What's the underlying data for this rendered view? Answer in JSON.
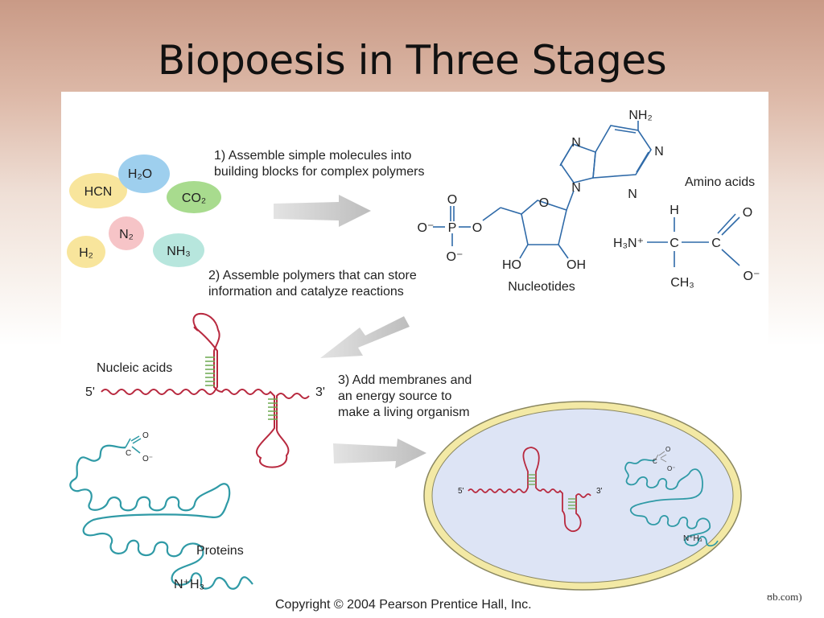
{
  "title": "Biopoesis in Three Stages",
  "stages": {
    "stage1": [
      "1) Assemble simple molecules into",
      "building blocks for complex polymers"
    ],
    "stage2": [
      "2) Assemble polymers that can store",
      "information and catalyze reactions"
    ],
    "stage3": [
      "3) Add membranes and",
      "an energy source to",
      "make a living organism"
    ]
  },
  "molecules": {
    "hcn": "HCN",
    "h2o": "H₂O",
    "co2": "CO₂",
    "n2": "N₂",
    "h2": "H₂",
    "nh3": "NH₃"
  },
  "labels": {
    "nucleotides": "Nucleotides",
    "amino_acids": "Amino acids",
    "nucleic_acids": "Nucleic acids",
    "proteins": "Proteins",
    "five_prime": "5'",
    "three_prime": "3'"
  },
  "nucleotide_atoms": {
    "nh2": "NH₂",
    "n": "N",
    "o": "O",
    "o_minus": "O⁻",
    "p": "P",
    "ho": "HO",
    "oh": "OH"
  },
  "amino_atoms": {
    "h": "H",
    "o": "O",
    "h3n_plus": "H₃N⁺",
    "c": "C",
    "ch3": "CH₃",
    "o_minus": "O⁻"
  },
  "protein_atoms": {
    "c": "C",
    "o": "O",
    "o_minus": "O⁻",
    "n_terminus": "N⁺H₃"
  },
  "colors": {
    "blob_blue": "#9ecfee",
    "blob_green": "#a8db8e",
    "blob_pink": "#f6c4c7",
    "blob_yellow": "#f8e59c",
    "blob_teal": "#b7e6dd",
    "nucleic": "#b8293f",
    "protein": "#2f9aa6",
    "structure": "#2f6aa8",
    "hairpin_bond": "#6aa84f",
    "cell_fill": "#dde4f5",
    "cell_membrane": "#f3e9a5",
    "arrow": "#c7c7c7"
  },
  "copyright": "Copyright © 2004 Pearson Prentice Hall, Inc.",
  "url_fragment": "ʊb.com)"
}
